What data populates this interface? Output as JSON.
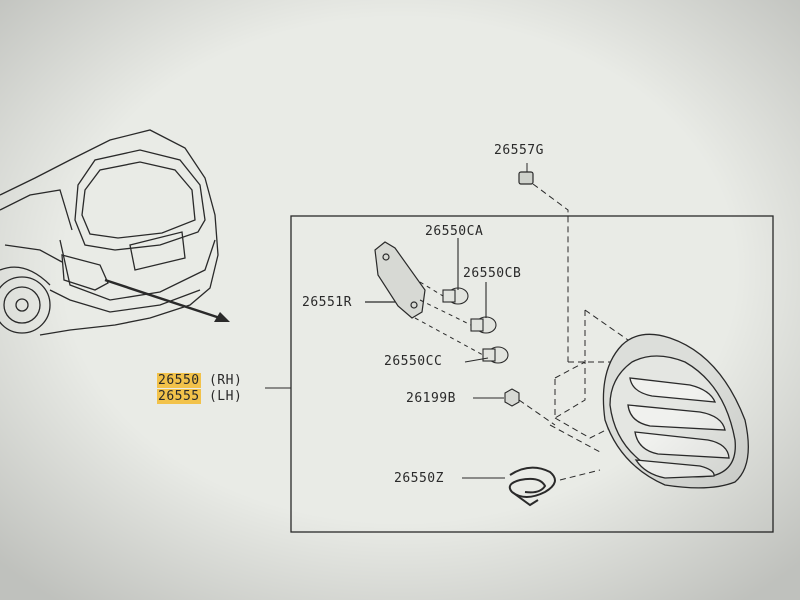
{
  "parts": {
    "p26557G": "26557G",
    "p26550CA": "26550CA",
    "p26550CB": "26550CB",
    "p26551R": "26551R",
    "p26550CC": "26550CC",
    "p26199B": "26199B",
    "p26550Z": "26550Z"
  },
  "assembly": {
    "rh_number": "26550",
    "rh_side": "(RH)",
    "lh_number": "26555",
    "lh_side": "(LH)"
  },
  "colors": {
    "highlight": "#f2c24a",
    "line": "#2a2a2a",
    "paper": "#e9ebe6"
  }
}
